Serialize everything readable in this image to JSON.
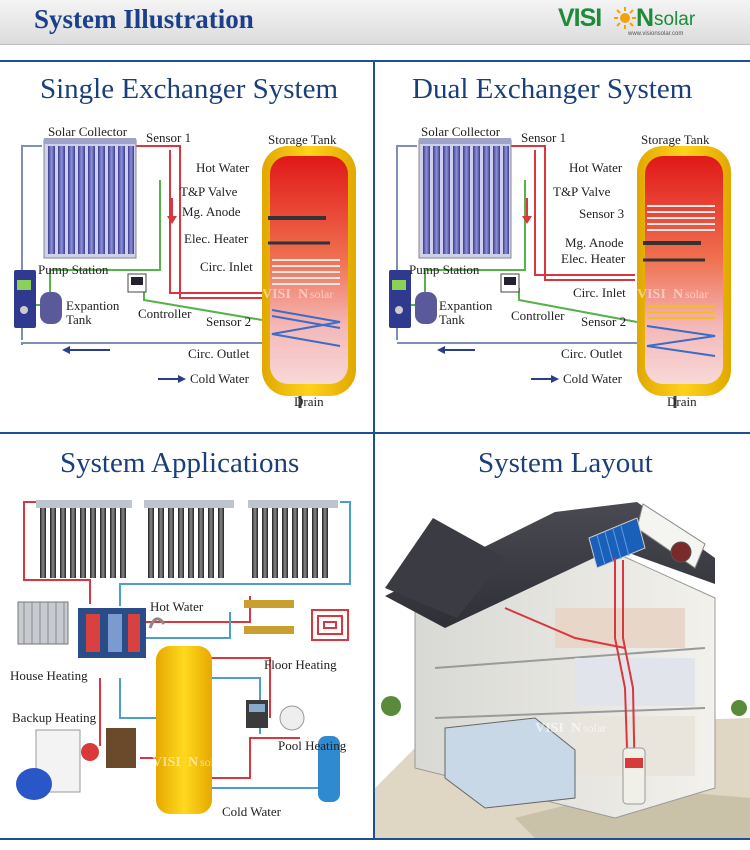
{
  "header": {
    "title": "System Illustration",
    "logo": {
      "vis": "VISI",
      "n": "N",
      "solar": "solar",
      "url": "www.visionsolar.com"
    }
  },
  "panels": {
    "single": {
      "title": "Single Exchanger System",
      "labels": {
        "solar_collector": "Solar Collector",
        "sensor1": "Sensor 1",
        "storage_tank": "Storage Tank",
        "hot_water": "Hot Water",
        "tp_valve": "T&P Valve",
        "mg_anode": "Mg. Anode",
        "elec_heater": "Elec. Heater",
        "pump_station": "Pump Station",
        "circ_inlet": "Circ. Inlet",
        "expantion": "Expantion",
        "tank": "Tank",
        "controller": "Controller",
        "sensor2": "Sensor 2",
        "circ_outlet": "Circ. Outlet",
        "cold_water": "Cold Water",
        "drain": "Drain"
      }
    },
    "dual": {
      "title": "Dual Exchanger System",
      "labels": {
        "solar_collector": "Solar Collector",
        "sensor1": "Sensor 1",
        "storage_tank": "Storage Tank",
        "hot_water": "Hot Water",
        "tp_valve": "T&P Valve",
        "sensor3": "Sensor 3",
        "mg_anode": "Mg. Anode",
        "elec_heater": "Elec. Heater",
        "pump_station": "Pump Station",
        "circ_inlet": "Circ. Inlet",
        "expantion": "Expantion",
        "tank": "Tank",
        "controller": "Controller",
        "sensor2": "Sensor 2",
        "circ_outlet": "Circ. Outlet",
        "cold_water": "Cold Water",
        "drain": "Drain"
      }
    },
    "applications": {
      "title": "System Applications",
      "labels": {
        "hot_water": "Hot Water",
        "house_heating": "House Heating",
        "floor_heating": "Floor Heating",
        "backup_heating": "Backup Heating",
        "pool_heating": "Pool Heating",
        "cold_water": "Cold Water"
      }
    },
    "layout": {
      "title": "System Layout"
    }
  },
  "watermark": {
    "vis": "VISI",
    "n": "N",
    "solar": "solar"
  },
  "colors": {
    "title": "#1b3f7a",
    "grid": "#1f4f93",
    "brand": "#1e8a3a",
    "tank": "#f5c400",
    "hot_pipe": "#d9373f",
    "cold_pipe": "#2f7fb0"
  }
}
